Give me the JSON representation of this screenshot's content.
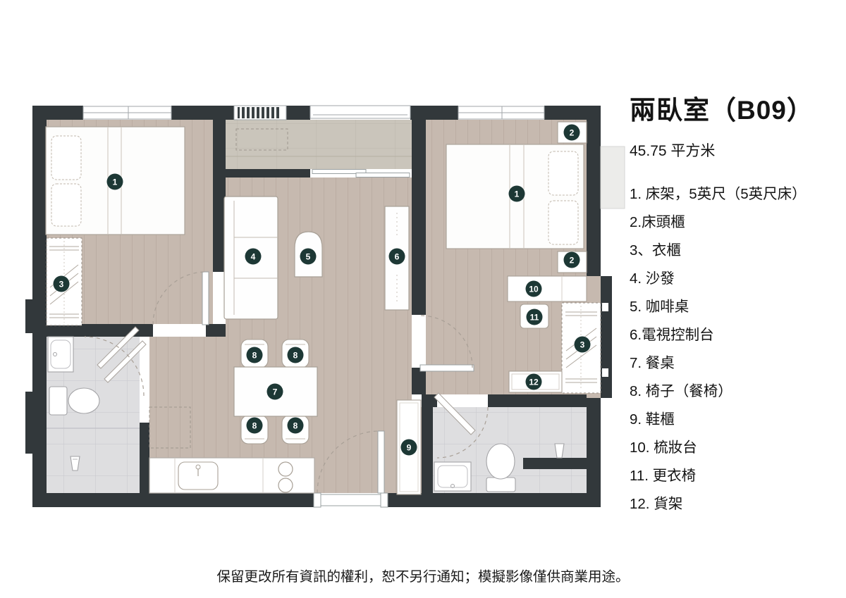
{
  "title": "兩臥室（B09）",
  "area": "45.75 平方米",
  "legend": {
    "items": [
      "1. 床架，5英尺（5英尺床）",
      "2.床頭櫃",
      "3、衣櫃",
      "4. 沙發",
      "5. 咖啡桌",
      "6.電視控制台",
      "7. 餐桌",
      "8. 椅子（餐椅）",
      "9. 鞋櫃",
      "10. 梳妝台",
      "11. 更衣椅",
      "12. 貨架"
    ]
  },
  "disclaimer": "保留更改所有資訊的權利，恕不另行通知；模擬影像僅供商業用途。",
  "markers": [
    {
      "label": "1"
    },
    {
      "label": "1"
    },
    {
      "label": "2"
    },
    {
      "label": "2"
    },
    {
      "label": "3"
    },
    {
      "label": "3"
    },
    {
      "label": "4"
    },
    {
      "label": "5"
    },
    {
      "label": "6"
    },
    {
      "label": "7"
    },
    {
      "label": "8"
    },
    {
      "label": "8"
    },
    {
      "label": "8"
    },
    {
      "label": "8"
    },
    {
      "label": "9"
    },
    {
      "label": "10"
    },
    {
      "label": "11"
    },
    {
      "label": "12"
    }
  ],
  "colors": {
    "wall": "#32383b",
    "floor_wood": "#c6b9af",
    "floor_balcony": "#cac5bb",
    "floor_tile": "#dedee0",
    "marker_bg": "#1d3835",
    "text": "#141414"
  }
}
